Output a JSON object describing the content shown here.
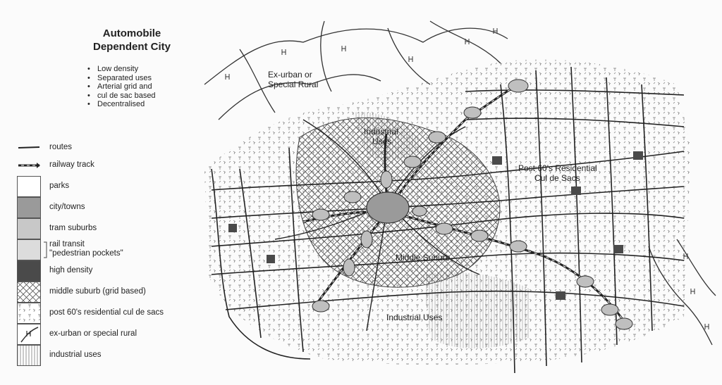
{
  "title_line1": "Automobile",
  "title_line2": "Dependent City",
  "bullets": [
    {
      "text": "Low density"
    },
    {
      "text": "Separated uses"
    },
    {
      "text": "Arterial grid and"
    },
    {
      "text": "cul de sac based"
    },
    {
      "text": "Decentralised"
    }
  ],
  "legend": [
    {
      "label": "routes",
      "kind": "line"
    },
    {
      "label": "railway track",
      "kind": "rail"
    },
    {
      "label": "parks",
      "kind": "fill",
      "color": "#ffffff"
    },
    {
      "label": "city/towns",
      "kind": "fill",
      "color": "#9a9a9a"
    },
    {
      "label": "tram suburbs",
      "kind": "fill",
      "color": "#c8c8c8"
    },
    {
      "label": "rail transit",
      "label2": "\"pedestrian pockets\"",
      "kind": "fill",
      "color": "#d9d9d9"
    },
    {
      "label": "high density",
      "kind": "fill",
      "color": "#4a4a4a"
    },
    {
      "label": "middle suburb (grid based)",
      "kind": "crosshatch"
    },
    {
      "label": "post 60's residential cul de sacs",
      "kind": "culdesac"
    },
    {
      "label": "ex-urban or special rural",
      "kind": "rural"
    },
    {
      "label": "industrial uses",
      "kind": "industrial"
    }
  ],
  "map_labels": {
    "exurban_1": "Ex-urban or",
    "exurban_2": "Special Rural",
    "industrial_1": "Industrial",
    "industrial_2": "Uses",
    "post60_1": "Post 60's Residential",
    "post60_2": "Cul de Sacs",
    "middle": "Middle Suburb",
    "industrial_south": "Industrial Uses"
  }
}
